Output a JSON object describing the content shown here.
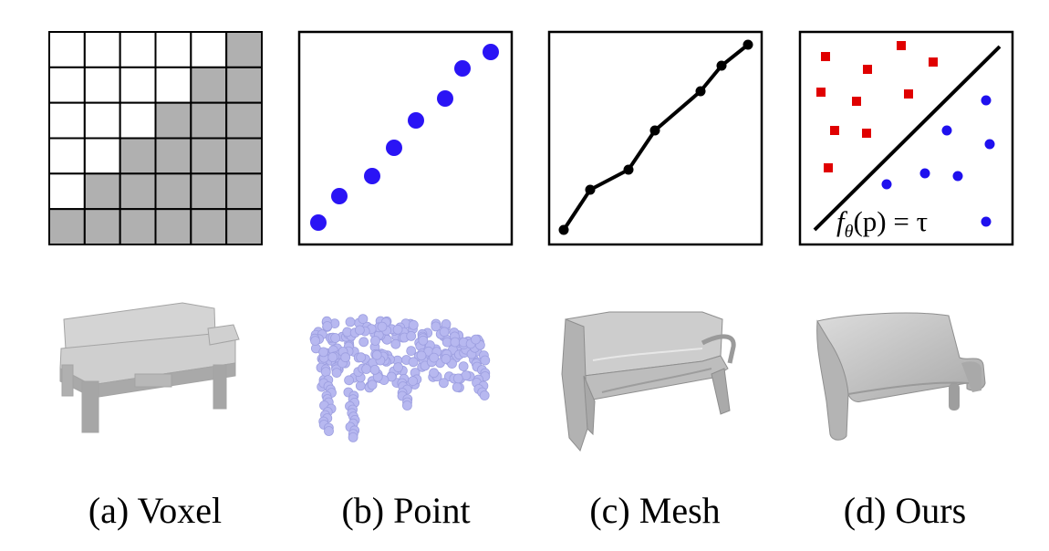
{
  "panels": [
    {
      "id": "voxel",
      "caption": "(a) Voxel"
    },
    {
      "id": "point",
      "caption": "(b) Point"
    },
    {
      "id": "mesh",
      "caption": "(c) Mesh"
    },
    {
      "id": "ours",
      "caption": "(d) Ours",
      "equation": {
        "f": "f",
        "sub": "θ",
        "args": "(p) = τ"
      }
    }
  ],
  "voxel": {
    "grid_size": 6,
    "filled_cells": [
      [
        0,
        5
      ],
      [
        1,
        4
      ],
      [
        1,
        5
      ],
      [
        2,
        3
      ],
      [
        2,
        4
      ],
      [
        2,
        5
      ],
      [
        3,
        2
      ],
      [
        3,
        3
      ],
      [
        3,
        4
      ],
      [
        3,
        5
      ],
      [
        4,
        1
      ],
      [
        4,
        2
      ],
      [
        4,
        3
      ],
      [
        4,
        4
      ],
      [
        4,
        5
      ],
      [
        5,
        0
      ],
      [
        5,
        1
      ],
      [
        5,
        2
      ],
      [
        5,
        3
      ],
      [
        5,
        4
      ],
      [
        5,
        5
      ]
    ]
  },
  "colors": {
    "voxel_fill": "#b0b0b0",
    "point_blue": "#2a14f5",
    "sdf_red": "#e00000",
    "sdf_blue": "#1f10ee",
    "bench_gray": "#c9c9c9",
    "bench_point": "#b7b8f0"
  }
}
